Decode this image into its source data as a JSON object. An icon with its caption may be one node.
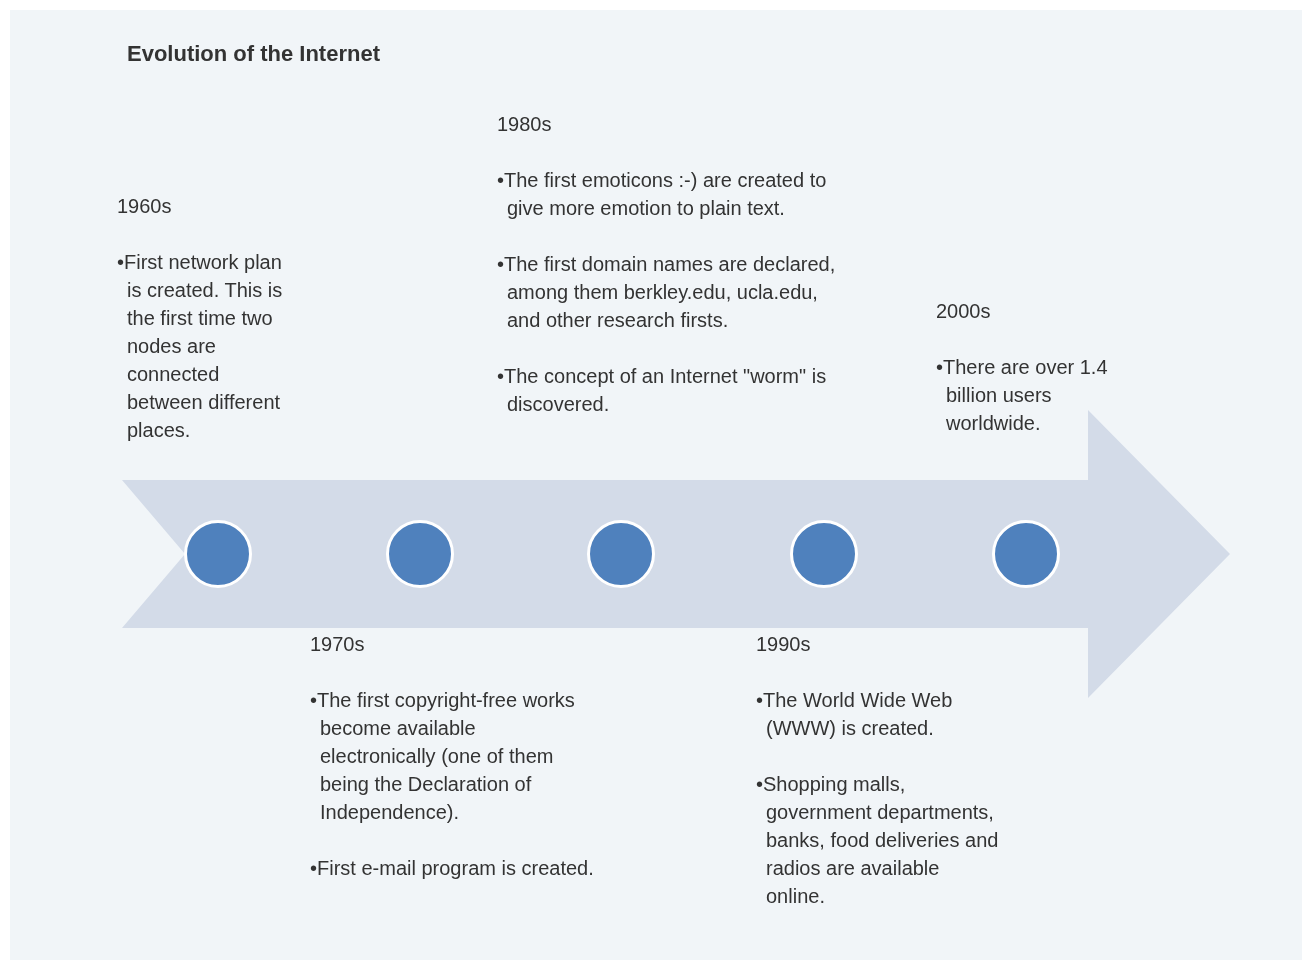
{
  "diagram": {
    "title": "Evolution of the Internet",
    "nodes": [
      {
        "text": [],
        "shape": "circle",
        "beside": [
          "1960s",
          "•First network plan is created. This is the first time two nodes are connected between different places."
        ]
      },
      {
        "text": [],
        "shape": "circle",
        "beside": [
          "1970s",
          "•The first copyright-free works become available electronically (one of them being the Declaration of Independence).",
          "•First e-mail program is created."
        ]
      },
      {
        "text": [],
        "shape": "circle",
        "beside": [
          "1980s",
          "•The first emoticons :-) are created to give more emotion to plain text.",
          "•The first domain names are declared, among them berkley.edu, ucla.edu, and other research firsts.",
          "•The concept of an Internet \"worm\" is discovered."
        ]
      },
      {
        "text": [],
        "shape": "circle",
        "beside": [
          "1990s",
          "•The World Wide Web (WWW) is created.",
          "•Shopping malls, government departments, banks, food deliveries and radios are available online."
        ]
      },
      {
        "text": [],
        "shape": "circle",
        "beside": [
          "2000s",
          "•There are over 1.4 billion users worldwide."
        ]
      }
    ]
  }
}
